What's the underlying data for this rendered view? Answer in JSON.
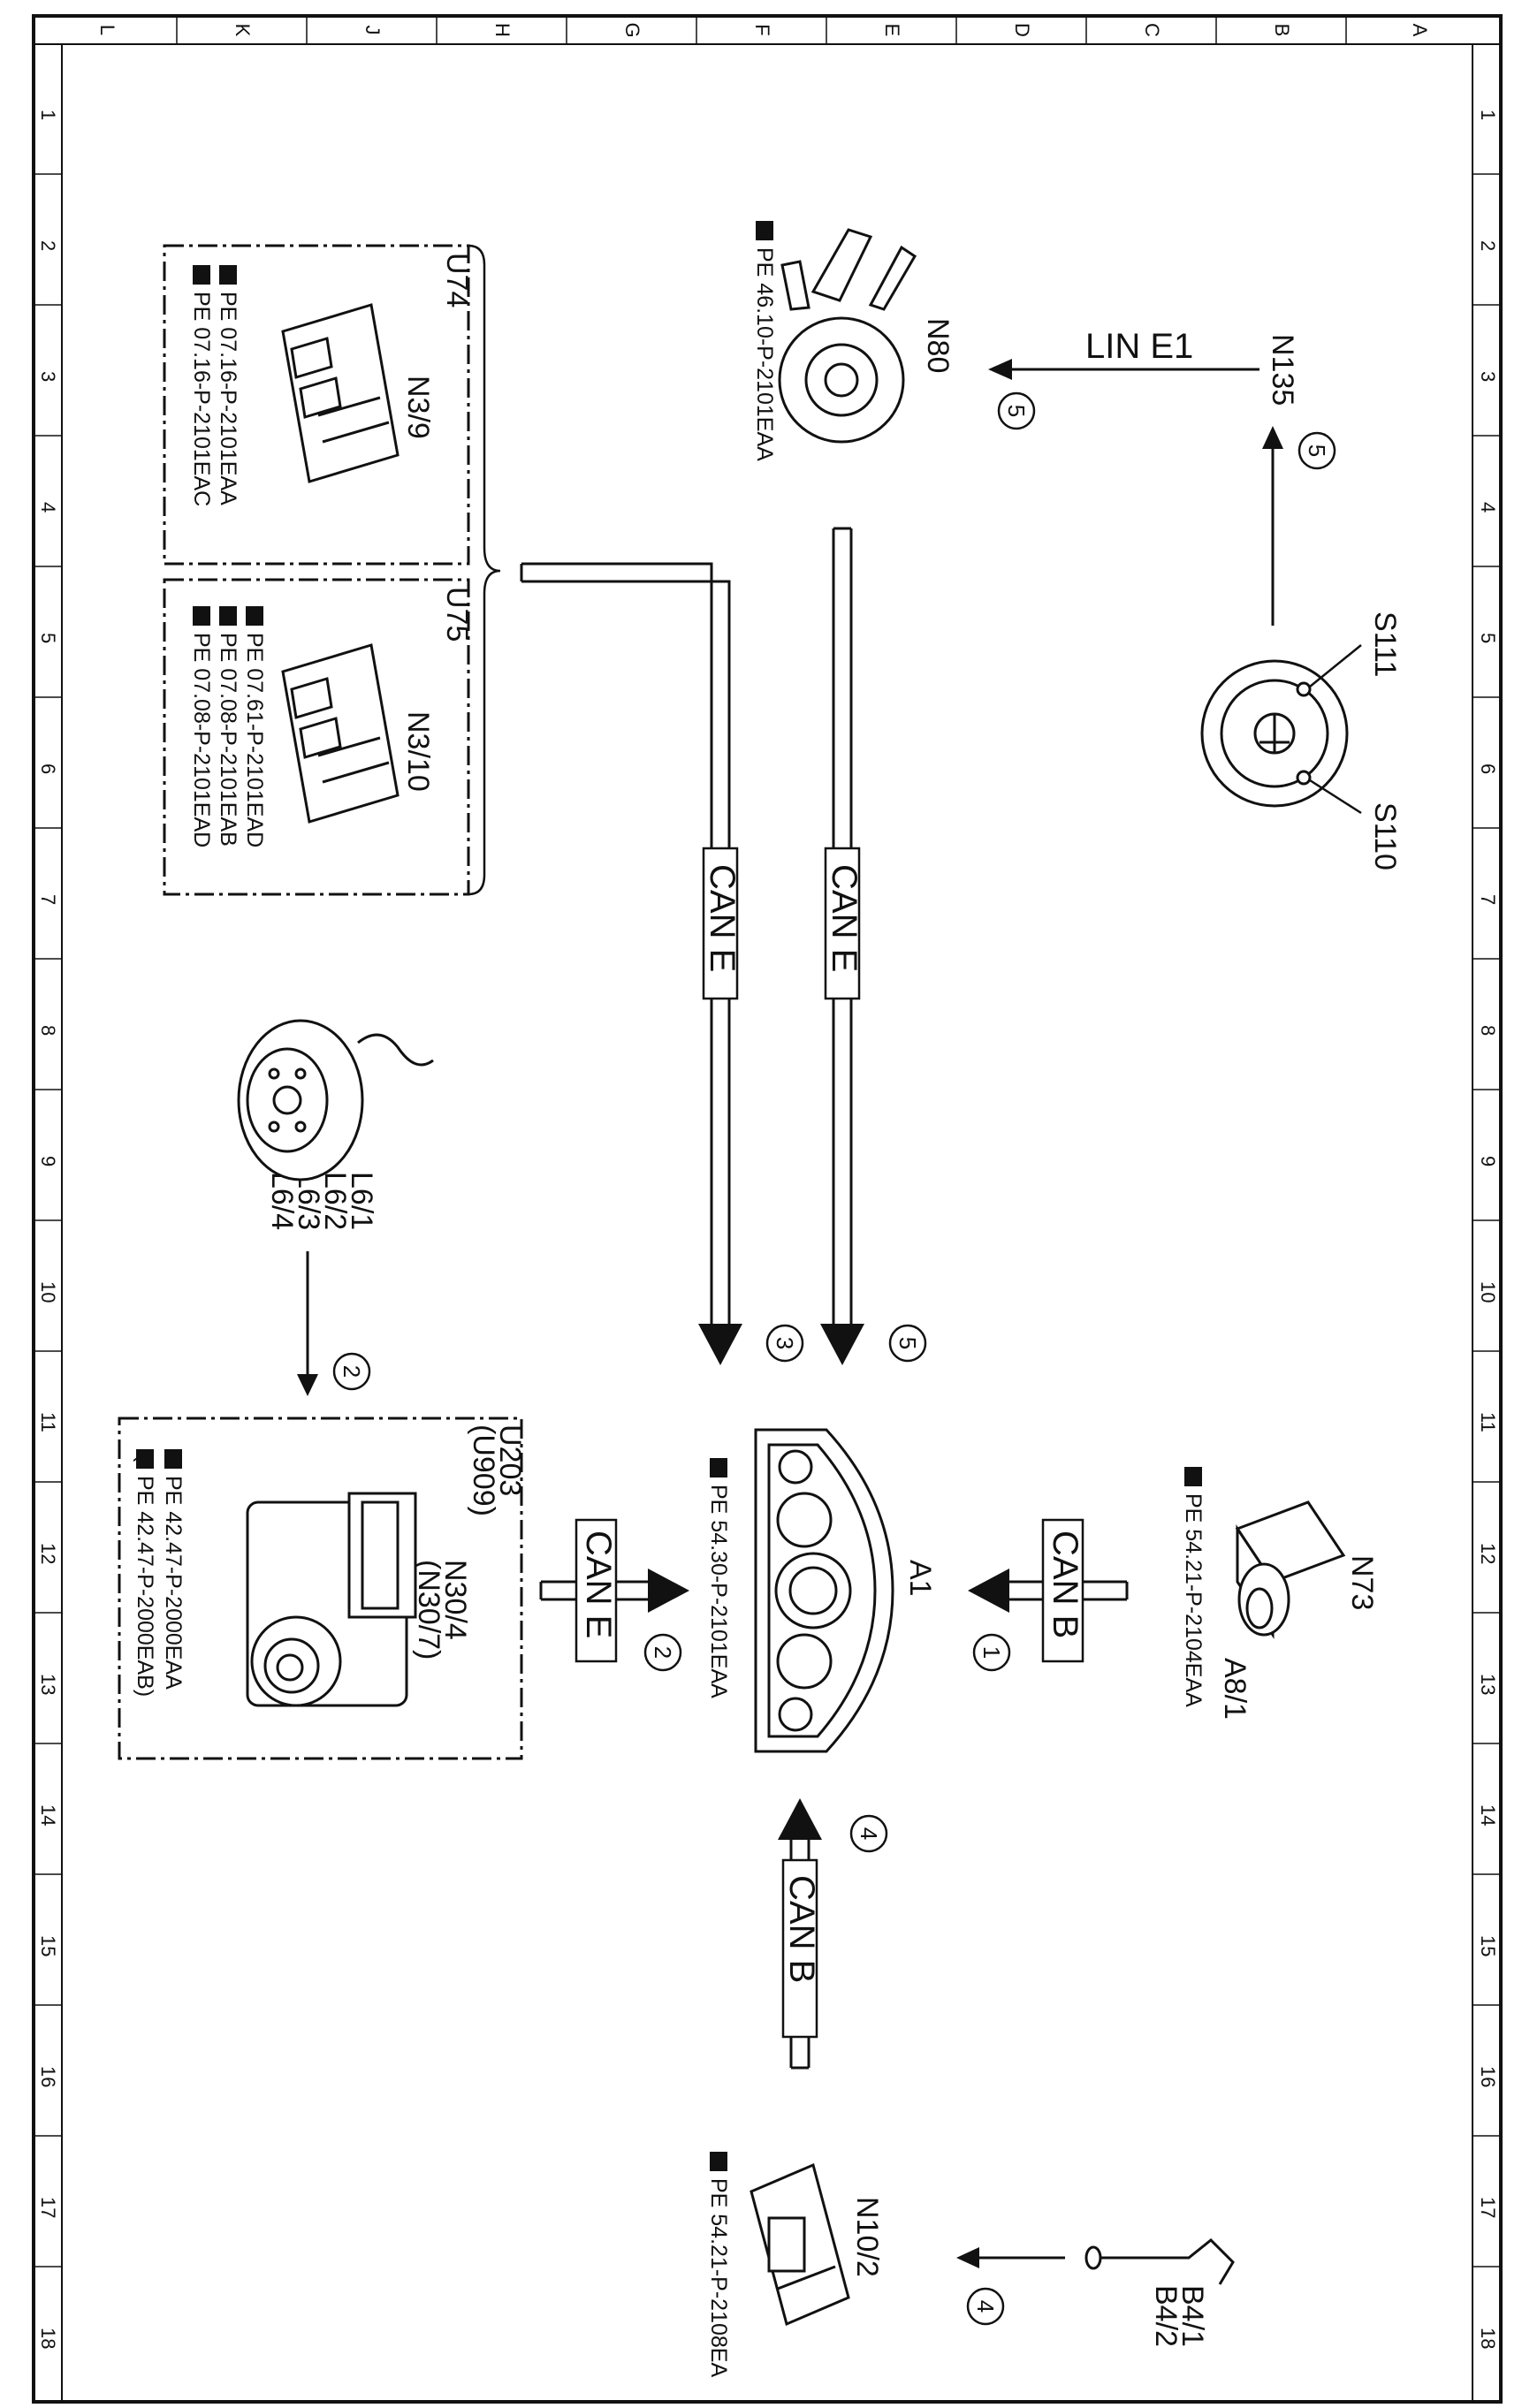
{
  "ruler": {
    "letters": [
      "L",
      "K",
      "J",
      "H",
      "G",
      "F",
      "E",
      "D",
      "C",
      "B",
      "A"
    ],
    "numbers": [
      "1",
      "2",
      "3",
      "4",
      "5",
      "6",
      "7",
      "8",
      "9",
      "10",
      "11",
      "12",
      "13",
      "14",
      "15",
      "16",
      "17",
      "18"
    ]
  },
  "groups": {
    "u74": "U74",
    "u75": "U75",
    "u203": "U203",
    "u909": "(U909)"
  },
  "components": {
    "n3_9": "N3/9",
    "n3_10": "N3/10",
    "n80": "N80",
    "n135": "N135",
    "s111": "S111",
    "s110": "S110",
    "l6_1": "L6/1",
    "l6_2": "L6/2",
    "l6_3": "L6/3",
    "l6_4": "L6/4",
    "n30_4": "N30/4",
    "n30_7": "(N30/7)",
    "a1": "A1",
    "n73": "N73",
    "a8_1": "A8/1",
    "n10_2": "N10/2",
    "b4_1": "B4/1",
    "b4_2": "B4/2"
  },
  "references": {
    "u74_ref1": "PE  07.16-P-2101EAA",
    "u74_ref2": "PE  07.16-P-2101EAC",
    "u75_ref1": "PE  07.61-P-2101EAD",
    "u75_ref2": "PE  07.08-P-2101EAB",
    "u75_ref3": "PE  07.08-P-2101EAD",
    "n80_ref": "PE  46.10-P-2101EAA",
    "a1_ref": "PE  54.30-P-2101EAA",
    "n73_ref": "PE  54.21-P-2104EAA",
    "u203_ref1": "PE  42.47-P-2000EAA",
    "u203_ref2": "PE  42.47-P-2000EAB)",
    "u203_paren": "(",
    "n10_2_ref": "PE  54.21-P-2108EA"
  },
  "buses": {
    "lin_e1": "LIN  E1",
    "can_e_a": "CAN  E",
    "can_e_b": "CAN  E",
    "can_e_c": "CAN  E",
    "can_b_a": "CAN  B",
    "can_b_b": "CAN  B"
  },
  "markers": {
    "m1": "1",
    "m2a": "2",
    "m2b": "2",
    "m3": "3",
    "m4a": "4",
    "m4b": "4",
    "m5a": "5",
    "m5b": "5",
    "m5c": "5"
  },
  "colors": {
    "line": "#111111",
    "background": "#ffffff",
    "label_band": "#ffffff"
  }
}
